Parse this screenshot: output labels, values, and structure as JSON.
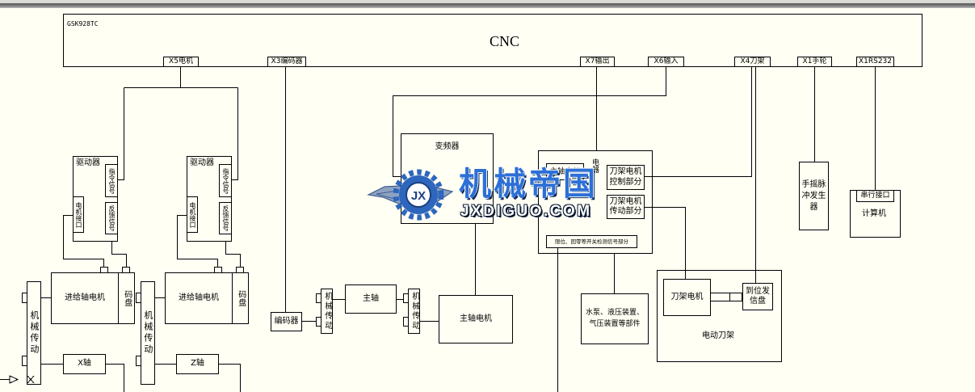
{
  "cnc": {
    "model": "GSK928TC",
    "title": "CNC"
  },
  "ports": {
    "x5": "X5电机",
    "x3": "X3编码器",
    "x7": "X7输出",
    "x6": "X6输入",
    "x4": "X4刀架",
    "x1_handwheel": "X1手轮",
    "x1_rs232": "X1RS232"
  },
  "feed_axes": [
    {
      "driver": "驱动器",
      "command_signal": "指令信号",
      "motor_interface": "电机接口",
      "feedback_signal": "反馈信号",
      "motor": "进给轴电机",
      "encoder_disk": "码盘",
      "transmission": "机械传动",
      "axis": "X轴"
    },
    {
      "driver": "驱动器",
      "command_signal": "指令信号",
      "motor_interface": "电机接口",
      "feedback_signal": "反馈信号",
      "motor": "进给轴电机",
      "encoder_disk": "码盘",
      "transmission": "机械传动",
      "axis": "Z轴"
    }
  ],
  "spindle": {
    "encoder": "编码器",
    "transmission_left": "机械传动",
    "spindle": "主轴",
    "transmission_right": "机械传动",
    "motor": "主轴电机",
    "inverter": "变频器"
  },
  "electrical": {
    "spindle_motor": "主轴电机",
    "label": "电器",
    "turret_control": [
      "刀架电机",
      "控制部分"
    ],
    "turret_drive": [
      "刀架电机",
      "传动部分"
    ],
    "switch_signals": "限位、回零等开关检测信号部分"
  },
  "pump": [
    "水泵、液压装置、",
    "气压装置等部件"
  ],
  "turret": {
    "title": "电动刀架",
    "motor": "刀架电机",
    "position_disk": [
      "到位发",
      "信盘"
    ]
  },
  "handwheel": [
    "手摇脉",
    "冲发生",
    "器"
  ],
  "computer": {
    "serial": "串行接口",
    "title": "计算机"
  },
  "watermark": {
    "logo_letters": "JX",
    "name": "机械帝国",
    "url": "JXDIGUO.COM"
  },
  "colors": {
    "background": "#fffff4",
    "line": "#000000",
    "watermark_blue": "#2c6fd6"
  }
}
